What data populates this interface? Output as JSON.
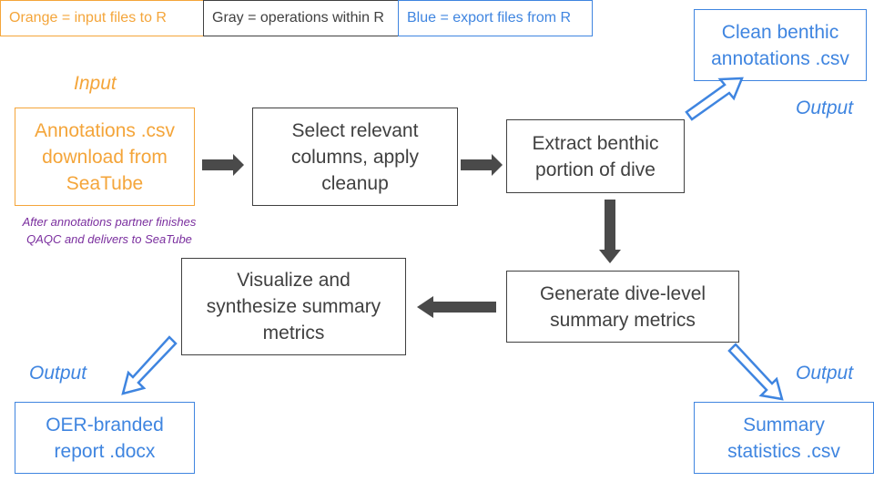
{
  "legend": {
    "orange": "Orange = input files to R",
    "gray": "Gray = operations within R",
    "blue": "Blue = export files from R"
  },
  "labels": {
    "input": "Input",
    "output_top": "Output",
    "output_left": "Output",
    "output_right": "Output"
  },
  "nodes": {
    "annotations_csv": "Annotations .csv\ndownload from\nSeaTube",
    "select_columns": "Select relevant\ncolumns, apply\ncleanup",
    "extract_benthic": "Extract benthic\nportion of dive",
    "clean_annotations": "Clean benthic\nannotations .csv",
    "generate_metrics": "Generate dive-level\nsummary metrics",
    "visualize_metrics": "Visualize and\nsynthesize summary\nmetrics",
    "oer_report": "OER-branded\nreport .docx",
    "summary_stats": "Summary\nstatistics .csv"
  },
  "note": "After annotations partner finishes\nQAQC and delivers to SeaTube",
  "colors": {
    "orange": "#F4A53A",
    "blue": "#3F85E0",
    "gray": "#404040",
    "purple": "#7A2E9E",
    "arrow": "#4A4A4A"
  }
}
